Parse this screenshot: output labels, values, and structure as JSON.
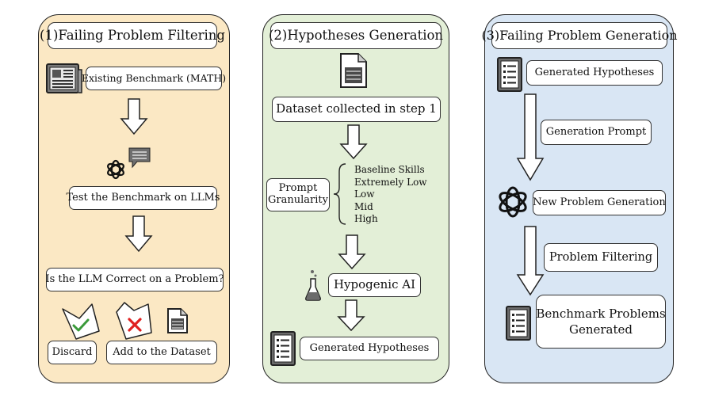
{
  "panel1": {
    "title": "(1)Failing Problem Filtering",
    "existing_benchmark": "Existing Benchmark (MATH)",
    "test_benchmark": "Test the Benchmark on LLMs",
    "question": "Is the LLM Correct on a Problem?",
    "discard": "Discard",
    "add_dataset": "Add to the Dataset"
  },
  "panel2": {
    "title": "(2)Hypotheses Generation",
    "dataset_collected": "Dataset collected in step 1",
    "prompt_granularity_line1": "Prompt",
    "prompt_granularity_line2": "Granularity",
    "granularity_levels": [
      "Baseline Skills",
      "Extremely Low",
      "Low",
      "Mid",
      "High"
    ],
    "hypogenic": "Hypogenic AI",
    "generated_hypotheses": "Generated Hypotheses"
  },
  "panel3": {
    "title": "(3)Failing Problem Generation",
    "generated_hypotheses": "Generated Hypotheses",
    "generation_prompt": "Generation Prompt",
    "new_problem_generation": "New Problem Generation",
    "problem_filtering": "Problem Filtering",
    "benchmark_line1": "Benchmark Problems",
    "benchmark_line2": "Generated"
  },
  "colors": {
    "panel1_bg": "#fbe8c4",
    "panel2_bg": "#e3efd7",
    "panel3_bg": "#d9e6f4",
    "check": "#3a9a3a",
    "cross": "#e02020",
    "icon_gray": "#6b6b6b"
  }
}
